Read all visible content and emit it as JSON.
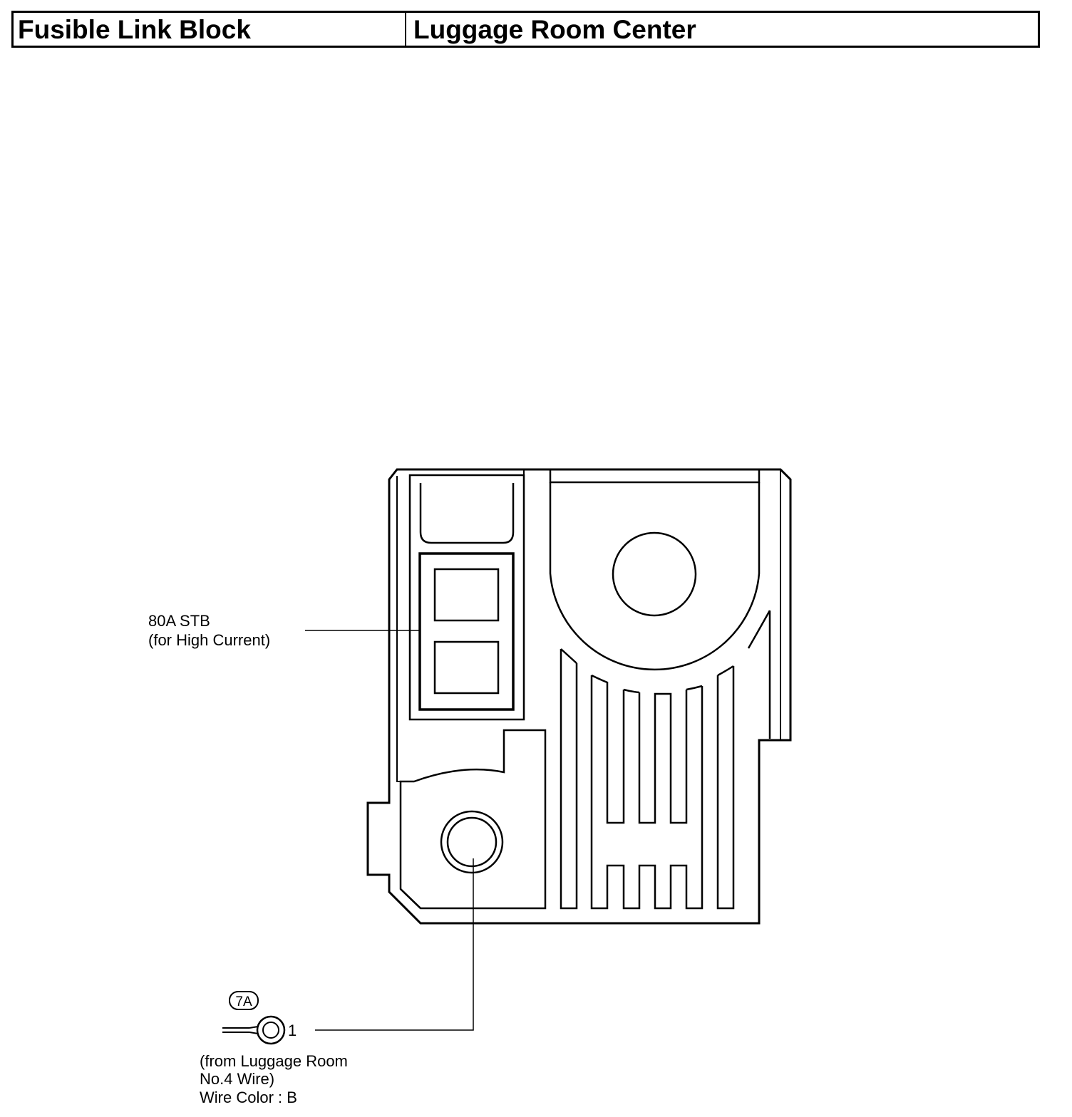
{
  "header": {
    "left_title": "Fusible Link Block",
    "right_title": "Luggage Room Center"
  },
  "callouts": {
    "fuse_label_line1": "80A STB",
    "fuse_label_line2": "(for High Current)",
    "connector_code": "7A",
    "terminal_number": "1",
    "wire_from_line1": "(from Luggage Room",
    "wire_from_line2": "No.4 Wire)",
    "wire_color": "Wire Color : B"
  }
}
